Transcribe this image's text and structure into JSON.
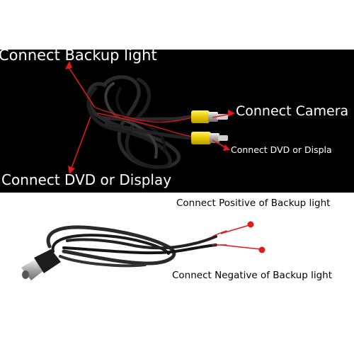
{
  "labels": {
    "connect_backup_light": "Connect Backup light",
    "connect_camera": "Connect Camera",
    "connect_dvd_small": "Connect  DVD or Displa",
    "connect_dvd_display": "Connect DVD or Display",
    "connect_positive": "Connect Positive of Backup light",
    "connect_negative": "Connect Negative of Backup light"
  },
  "colors": {
    "top_panel": "#000000",
    "bottom_panel": "#ffffff",
    "annotation_red": "#e21a1a",
    "rca_yellow": "#f2d200",
    "cable_black": "#1a1a1a"
  }
}
